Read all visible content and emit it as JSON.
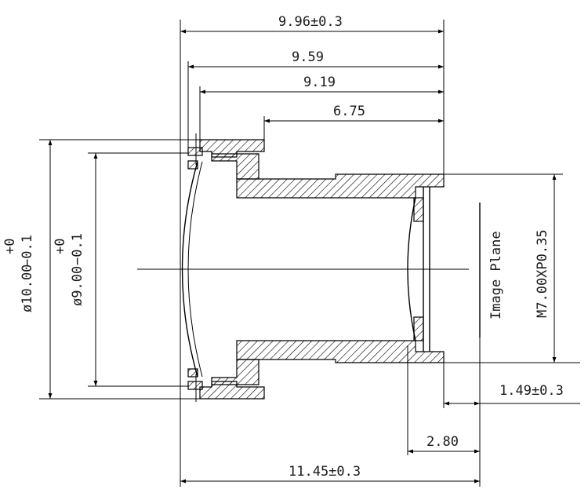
{
  "dimensions": {
    "overall_top": "9.96±0.3",
    "d_959": "9.59",
    "d_919": "9.19",
    "d_675": "6.75",
    "outer_diameter": "ø10.00",
    "outer_tol_plus": "+0",
    "outer_tol_minus": "−0.1",
    "inner_diameter": "ø9.00",
    "inner_tol_plus": "+0",
    "inner_tol_minus": "−0.1",
    "thread": "M7.00XP0.35",
    "flange_offset": "1.49±0.3",
    "back_distance": "2.80",
    "overall_bottom": "11.45±0.3"
  },
  "labels": {
    "image_plane": "Image Plane"
  }
}
